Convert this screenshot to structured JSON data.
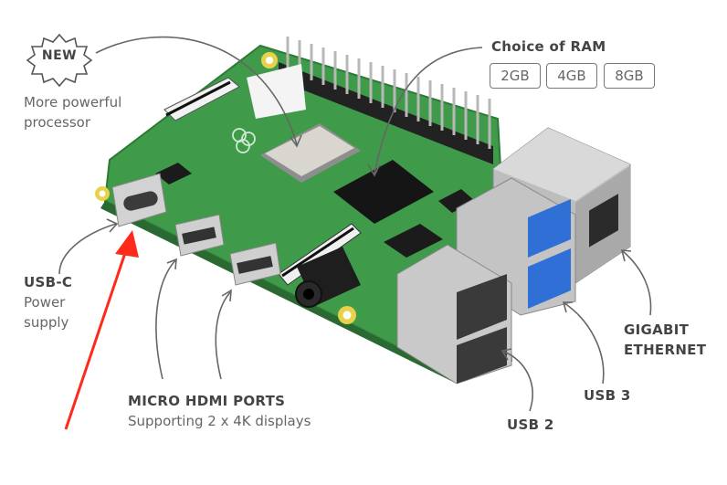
{
  "badge": {
    "text": "NEW"
  },
  "labels": {
    "processor": "More powerful processor",
    "processor_line1": "More powerful",
    "processor_line2": "processor",
    "ram_title": "Choice of RAM",
    "usbc_title": "USB-C",
    "usbc_line1": "Power",
    "usbc_line2": "supply",
    "hdmi_title": "MICRO HDMI PORTS",
    "hdmi_sub": "Supporting 2 x 4K displays",
    "usb2": "USB 2",
    "usb3": "USB 3",
    "eth_line1": "GIGABIT",
    "eth_line2": "ETHERNET"
  },
  "ram_options": [
    "2GB",
    "4GB",
    "8GB"
  ],
  "colors": {
    "board": "#3f9a4a",
    "board_dark": "#2f7d3a",
    "metal": "#c9c9c9",
    "usb3_blue": "#2f6fd6",
    "annotation_arrow": "#ff2a1a",
    "callout_line": "#666666"
  }
}
